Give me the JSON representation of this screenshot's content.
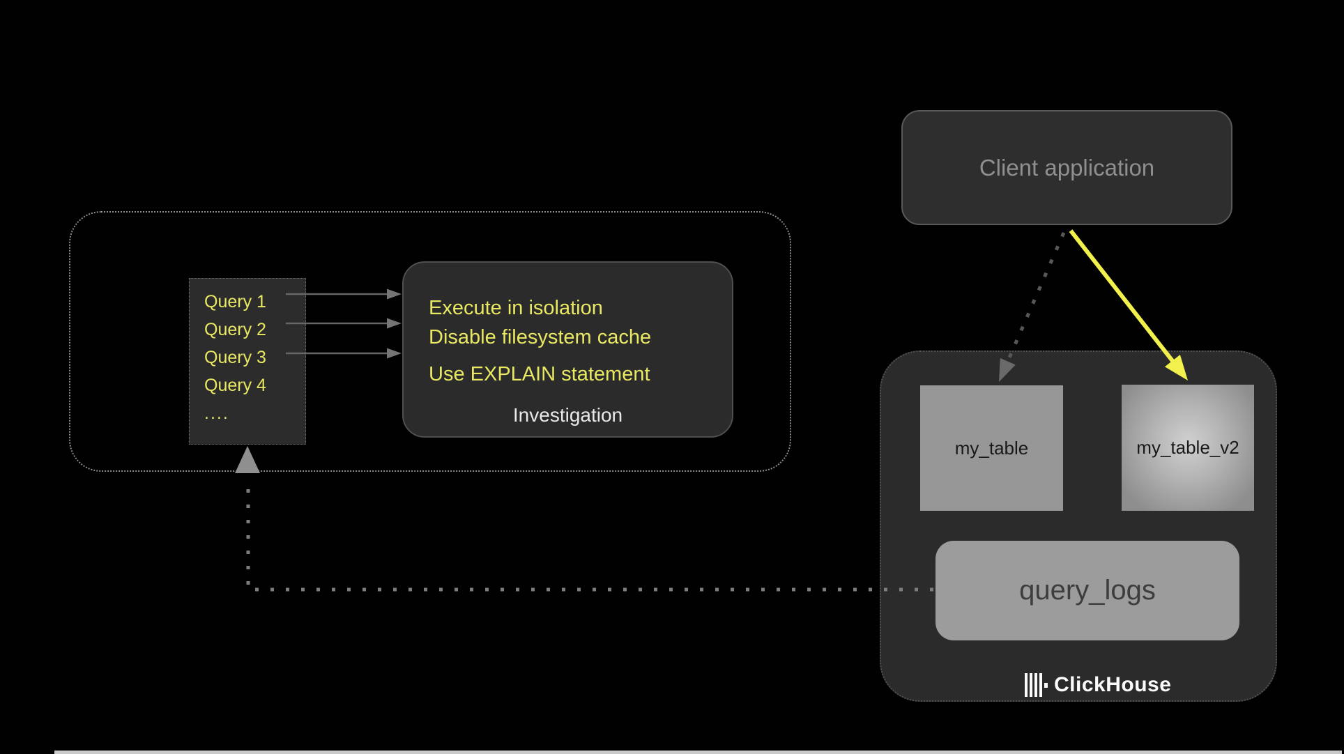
{
  "diagram": {
    "investigation_flow": {
      "query_list": {
        "items": [
          "Query 1",
          "Query 2",
          "Query 3",
          "Query 4",
          "...."
        ]
      },
      "investigation_box": {
        "tips": [
          "Execute in isolation",
          "Disable filesystem cache",
          "Use EXPLAIN statement"
        ],
        "title": "Investigation"
      }
    },
    "client_application": {
      "label": "Client application"
    },
    "clickhouse_container": {
      "table_a": "my_table",
      "table_b": "my_table_v2",
      "query_logs": "query_logs",
      "brand_name": "ClickHouse"
    },
    "colors": {
      "background": "#010101",
      "box_fill": "#2b2b2b",
      "box_border_gray": "#595959",
      "dotted_border_gray": "#8f8f8f",
      "text_yellow": "#e9e863",
      "arrow_yellow": "#f1f04d",
      "arrow_gray": "#676767",
      "dotted_path_gray": "#7d7d7d",
      "table_gray": "#979797",
      "query_logs_gray": "#9c9c9c",
      "table_text": "#191919",
      "client_text": "#8f8f8f",
      "investigation_title_text": "#e8e8e8",
      "brand_white": "#fbfbfb",
      "bottom_bar_gray": "#c9c9c9"
    }
  }
}
